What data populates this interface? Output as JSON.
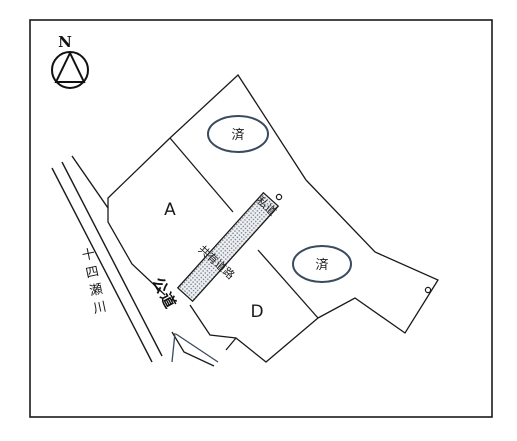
{
  "compass": {
    "letter": "N"
  },
  "lots": [
    {
      "label": "A"
    },
    {
      "label": "D"
    }
  ],
  "sold_badges": [
    {
      "text": "済"
    },
    {
      "text": "済"
    }
  ],
  "private_road": {
    "head": "私道",
    "body": "共有道路"
  },
  "public_road": {
    "label": "公道"
  },
  "river": {
    "label": "十四瀬川"
  },
  "colors": {
    "line": "#1a1a1a",
    "badge_outline": "#3a4a60",
    "road_fill": "#d9dde3"
  }
}
